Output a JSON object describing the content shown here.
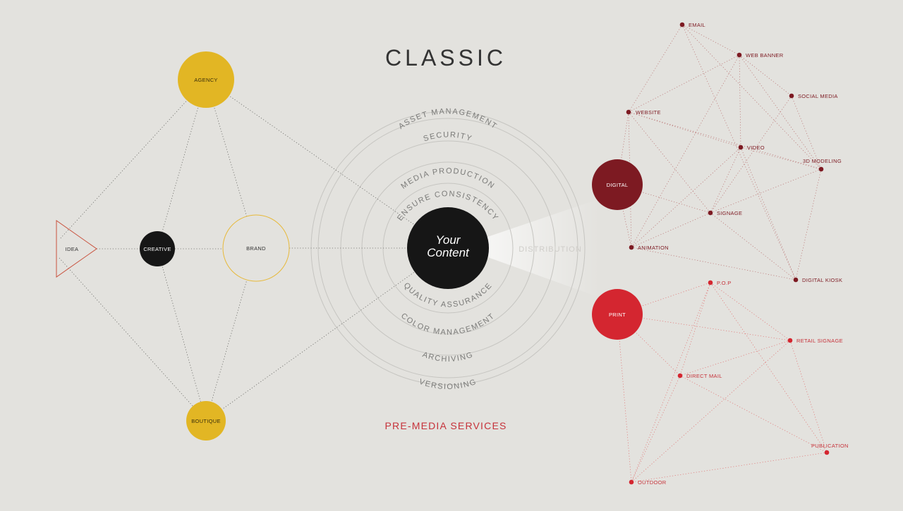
{
  "title": "CLASSIC",
  "footer_label": "PRE-MEDIA SERVICES",
  "center": {
    "line1": "Your",
    "line2": "Content"
  },
  "distribution_label": "DISTRIBUTION",
  "colors": {
    "gold": "#e2b624",
    "maroon": "#7d1a22",
    "red": "#d42630",
    "black": "#161616",
    "triangle": "#c9533f",
    "brand_ring": "#e7b93a"
  },
  "left_nodes": {
    "agency": "AGENCY",
    "idea": "IDEA",
    "creative": "CREATIVE",
    "brand": "BRAND",
    "boutique": "BOUTIQUE"
  },
  "rings_top": [
    "ASSET MANAGEMENT",
    "SECURITY",
    "MEDIA PRODUCTION",
    "ENSURE CONSISTENCY"
  ],
  "rings_bottom": [
    "QUALITY ASSURANCE",
    "COLOR MANAGEMENT",
    "ARCHIVING",
    "VERSIONING"
  ],
  "digital": {
    "label": "DIGITAL",
    "nodes": [
      "EMAIL",
      "WEB BANNER",
      "SOCIAL MEDIA",
      "WEBSITE",
      "VIDEO",
      "3D MODELING",
      "SIGNAGE",
      "ANIMATION",
      "DIGITAL KIOSK"
    ]
  },
  "print": {
    "label": "PRINT",
    "nodes": [
      "P.O.P",
      "RETAIL SIGNAGE",
      "DIRECT MAIL",
      "PUBLICATION",
      "OUTDOOR"
    ]
  }
}
